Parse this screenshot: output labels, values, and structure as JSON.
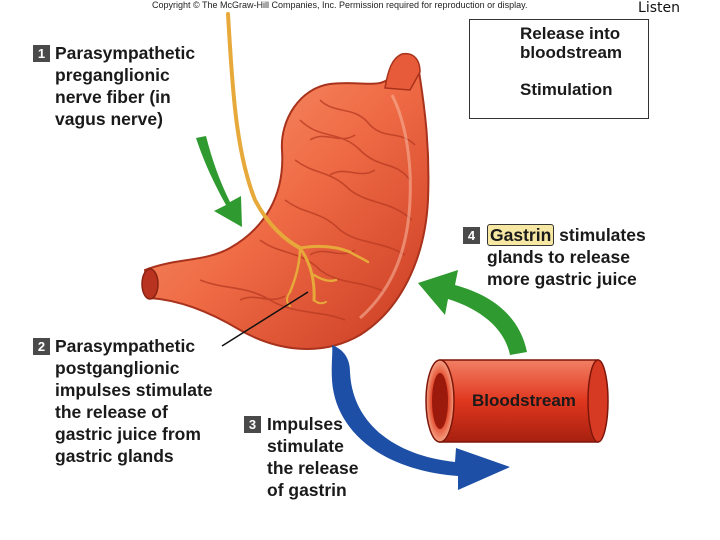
{
  "copyright": "Copyright © The McGraw-Hill Companies, Inc. Permission required for reproduction or display.",
  "listen_button": "Listen",
  "legend": {
    "release_lines": [
      "Release into",
      "bloodstream"
    ],
    "stimulation": "Stimulation",
    "colors": {
      "release": "#1d4fa6",
      "stimulation": "#2f9a2f"
    }
  },
  "steps": [
    {
      "number": "1",
      "lines": [
        "Parasympathetic",
        "preganglionic",
        "nerve fiber (in",
        "vagus nerve)"
      ]
    },
    {
      "number": "2",
      "lines": [
        "Parasympathetic",
        "postganglionic",
        "impulses stimulate",
        "the release of",
        "gastric juice from",
        "gastric glands"
      ]
    },
    {
      "number": "3",
      "lines": [
        "Impulses",
        "stimulate",
        "the release",
        "of gastrin"
      ]
    },
    {
      "number": "4",
      "gastrin": "Gastrin",
      "line1_rest": " stimulates",
      "lines": [
        "glands to release",
        "more gastric juice"
      ]
    }
  ],
  "bloodstream_label": "Bloodstream"
}
